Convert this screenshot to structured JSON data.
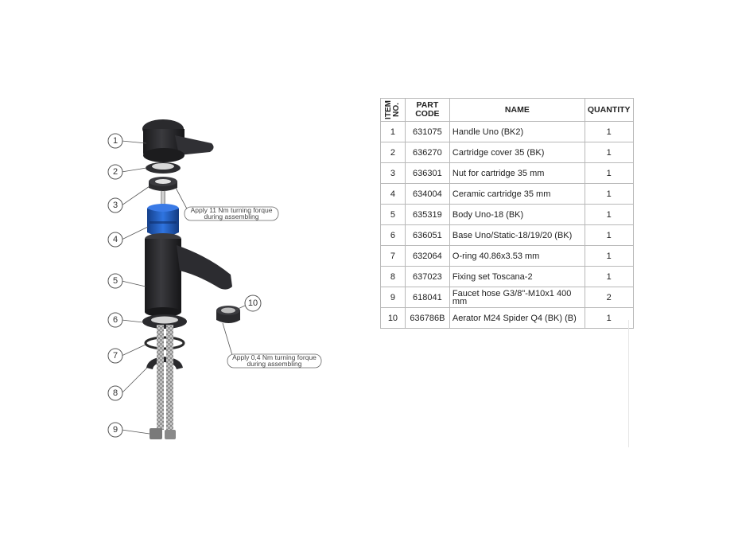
{
  "callouts": [
    "1",
    "2",
    "3",
    "4",
    "5",
    "6",
    "7",
    "8",
    "9",
    "10"
  ],
  "notes": {
    "torque_cartridge_line1": "Apply 11 Nm turning forque",
    "torque_cartridge_line2": "during assembling",
    "torque_aerator_line1": "Apply 0,4 Nm turning forque",
    "torque_aerator_line2": "during assembling"
  },
  "colors": {
    "accent_blue": "#1f5fc4",
    "body_black": "#2b2b2d",
    "line": "#555555"
  },
  "table": {
    "headers": {
      "item_line1": "ITEM",
      "item_line2": "NO.",
      "part_code_line1": "PART",
      "part_code_line2": "CODE",
      "name": "NAME",
      "quantity": "QUANTITY"
    },
    "rows": [
      {
        "item": "1",
        "code": "631075",
        "name": "Handle Uno (BK2)",
        "qty": "1"
      },
      {
        "item": "2",
        "code": "636270",
        "name": "Cartridge cover 35 (BK)",
        "qty": "1"
      },
      {
        "item": "3",
        "code": "636301",
        "name": "Nut for cartridge 35 mm",
        "qty": "1"
      },
      {
        "item": "4",
        "code": "634004",
        "name": "Ceramic cartridge 35 mm",
        "qty": "1"
      },
      {
        "item": "5",
        "code": "635319",
        "name": "Body Uno-18 (BK)",
        "qty": "1"
      },
      {
        "item": "6",
        "code": "636051",
        "name": "Base Uno/Static-18/19/20 (BK)",
        "qty": "1"
      },
      {
        "item": "7",
        "code": "632064",
        "name": "O-ring  40.86x3.53 mm",
        "qty": "1"
      },
      {
        "item": "8",
        "code": "637023",
        "name": "Fixing set Toscana-2",
        "qty": "1"
      },
      {
        "item": "9",
        "code": "618041",
        "name": "Faucet hose G3/8\"-M10x1 400 mm",
        "qty": "2"
      },
      {
        "item": "10",
        "code": "636786B",
        "name": "Aerator M24 Spider Q4 (BK) (B)",
        "qty": "1"
      }
    ]
  }
}
